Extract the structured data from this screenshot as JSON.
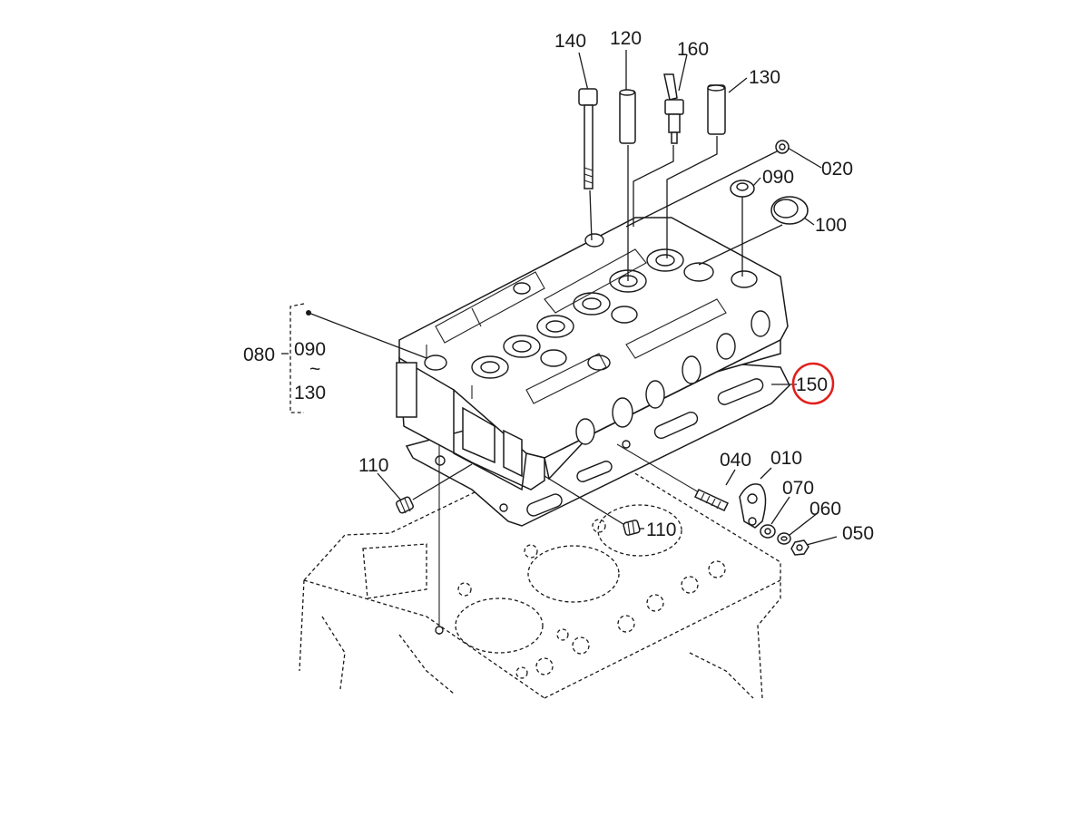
{
  "diagram": {
    "labels": {
      "p140": "140",
      "p120": "120",
      "p160": "160",
      "p130_top": "130",
      "p020": "020",
      "p090_right": "090",
      "p100": "100",
      "p080": "080",
      "p090_group": "090",
      "p130_group": "130",
      "p150": "150",
      "p110_left": "110",
      "p110_center": "110",
      "p040": "040",
      "p010": "010",
      "p070": "070",
      "p060": "060",
      "p050": "050"
    },
    "group_separator": "~",
    "highlight_color": "#e0201c"
  }
}
